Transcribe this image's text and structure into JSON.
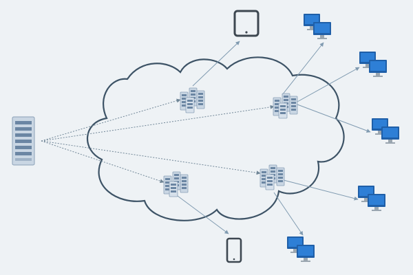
{
  "diagram": {
    "type": "cdn-network",
    "colors": {
      "background": "#eef2f5",
      "cloud_stroke": "#3d5366",
      "dotted_link": "#6f8596",
      "solid_link": "#7f9ab0",
      "server_face": "#c9d6e3",
      "server_slot": "#6b86a3",
      "monitor_frame": "#1f5fa8",
      "monitor_screen": "#2e7fd6",
      "device_stroke": "#3d4750"
    },
    "origin": {
      "icon": "origin-server-icon"
    },
    "edge_nodes": [
      {
        "id": "edge-1",
        "icon": "server-cluster-icon"
      },
      {
        "id": "edge-2",
        "icon": "server-cluster-icon"
      },
      {
        "id": "edge-3",
        "icon": "server-cluster-icon"
      },
      {
        "id": "edge-4",
        "icon": "server-cluster-icon"
      }
    ],
    "clients": [
      {
        "id": "tablet",
        "icon": "tablet-icon",
        "connected_to": "edge-1"
      },
      {
        "id": "pc-top",
        "icon": "desktop-pair-icon",
        "connected_to": "edge-2"
      },
      {
        "id": "pc-right-upper",
        "icon": "desktop-pair-icon",
        "connected_to": "edge-2"
      },
      {
        "id": "pc-right-middle",
        "icon": "desktop-pair-icon",
        "connected_to": "edge-2"
      },
      {
        "id": "pc-right-lower",
        "icon": "desktop-pair-icon",
        "connected_to": "edge-4"
      },
      {
        "id": "pc-bottom",
        "icon": "desktop-pair-icon",
        "connected_to": "edge-4"
      },
      {
        "id": "phone",
        "icon": "smartphone-icon",
        "connected_to": "edge-3"
      }
    ]
  }
}
